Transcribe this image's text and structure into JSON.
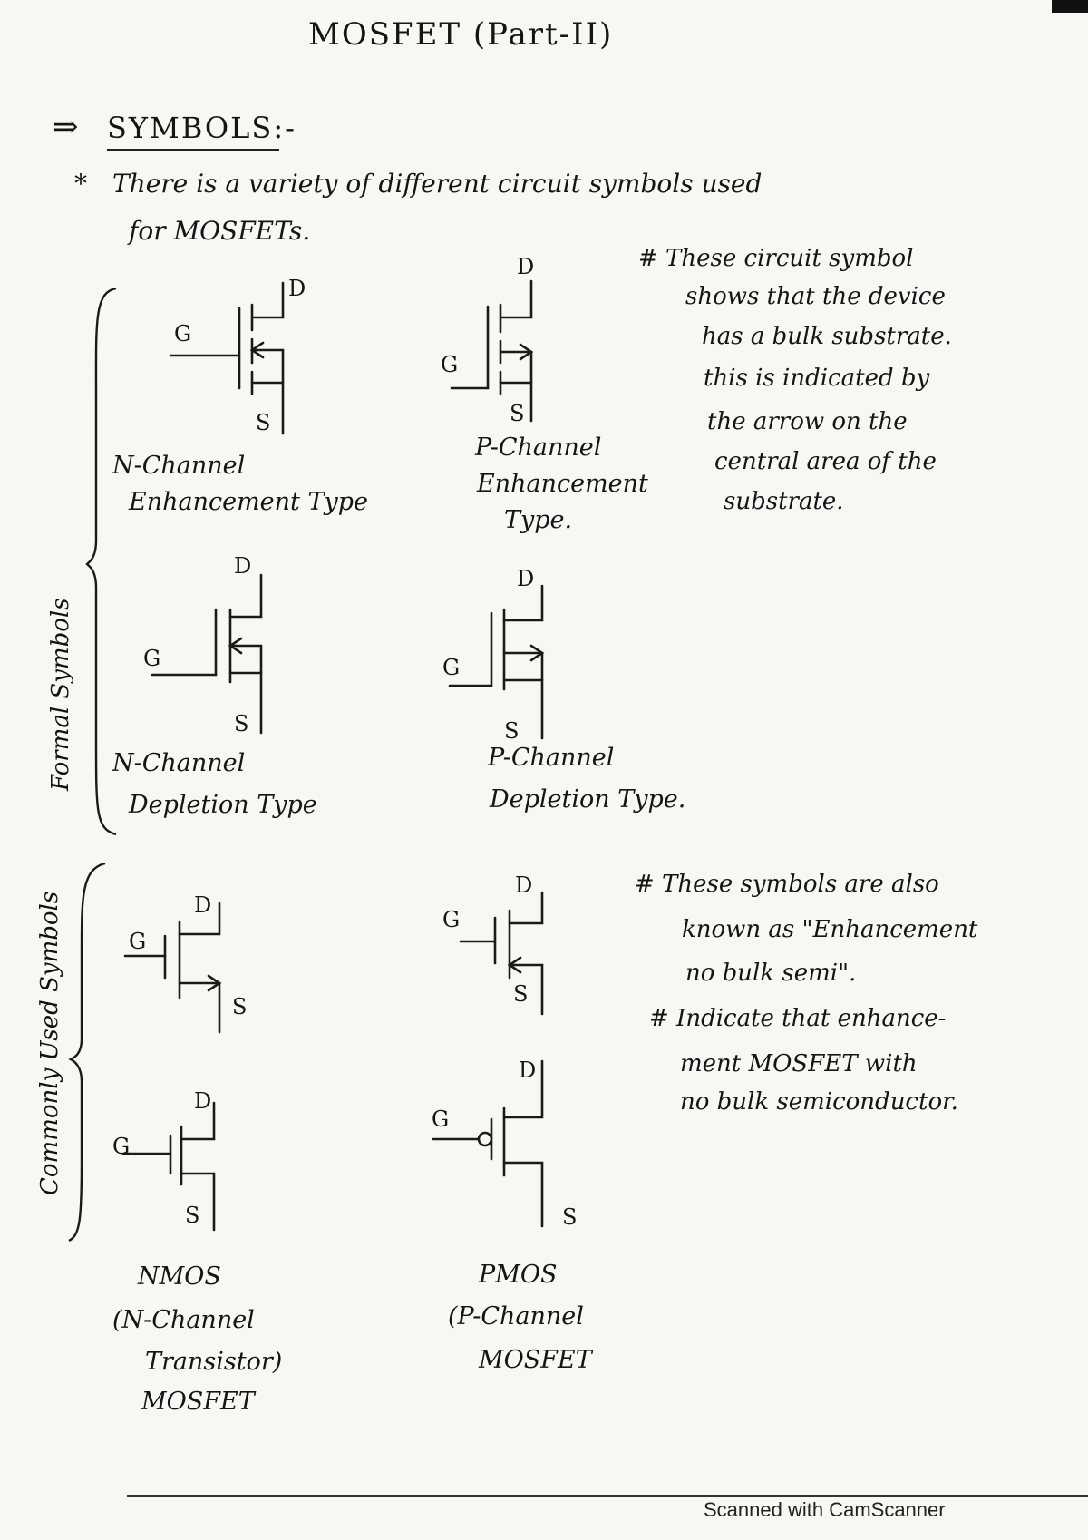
{
  "title": "MOSFET (Part-II)",
  "section": {
    "arrow": "⇒",
    "heading": "SYMBOLS:-"
  },
  "intro": {
    "bullet": "*",
    "line1": "There is a variety of different circuit symbols used",
    "line2": "for MOSFETs."
  },
  "side_labels": {
    "formal": "Formal Symbols",
    "common": "Commonly Used Symbols"
  },
  "formal_symbols": [
    {
      "gate": "G",
      "drain": "D",
      "source": "S",
      "caption_lines": [
        "N-Channel",
        "Enhancement Type"
      ]
    },
    {
      "gate": "G",
      "drain": "D",
      "source": "S",
      "caption_lines": [
        "P-Channel",
        "Enhancement",
        "Type."
      ]
    },
    {
      "gate": "G",
      "drain": "D",
      "source": "S",
      "caption_lines": [
        "N-Channel",
        "Depletion Type"
      ]
    },
    {
      "gate": "G",
      "drain": "D",
      "source": "S",
      "caption_lines": [
        "P-Channel",
        "Depletion Type."
      ]
    }
  ],
  "common_symbols": [
    {
      "gate": "G",
      "drain": "D",
      "source": "S"
    },
    {
      "gate": "G",
      "drain": "D",
      "source": "S"
    },
    {
      "gate": "G",
      "drain": "D",
      "source": "S"
    },
    {
      "gate": "G",
      "drain": "D",
      "source": "S"
    }
  ],
  "note_bulk": {
    "lines": [
      "# These circuit symbol",
      "shows that the device",
      "has a bulk substrate.",
      "this is indicated by",
      "the arrow on the",
      "central area of the",
      "substrate."
    ]
  },
  "note_no_bulk": {
    "lines": [
      "# These symbols are also",
      "known as \"Enhancement",
      "no bulk semi\".",
      "# Indicate that enhance-",
      "ment MOSFET with",
      "no bulk semiconductor."
    ]
  },
  "nmos_caption": [
    "NMOS",
    "(N-Channel",
    "Transistor)",
    "MOSFET"
  ],
  "pmos_caption": [
    "PMOS",
    "(P-Channel",
    "MOSFET"
  ],
  "footer": "Scanned with CamScanner"
}
